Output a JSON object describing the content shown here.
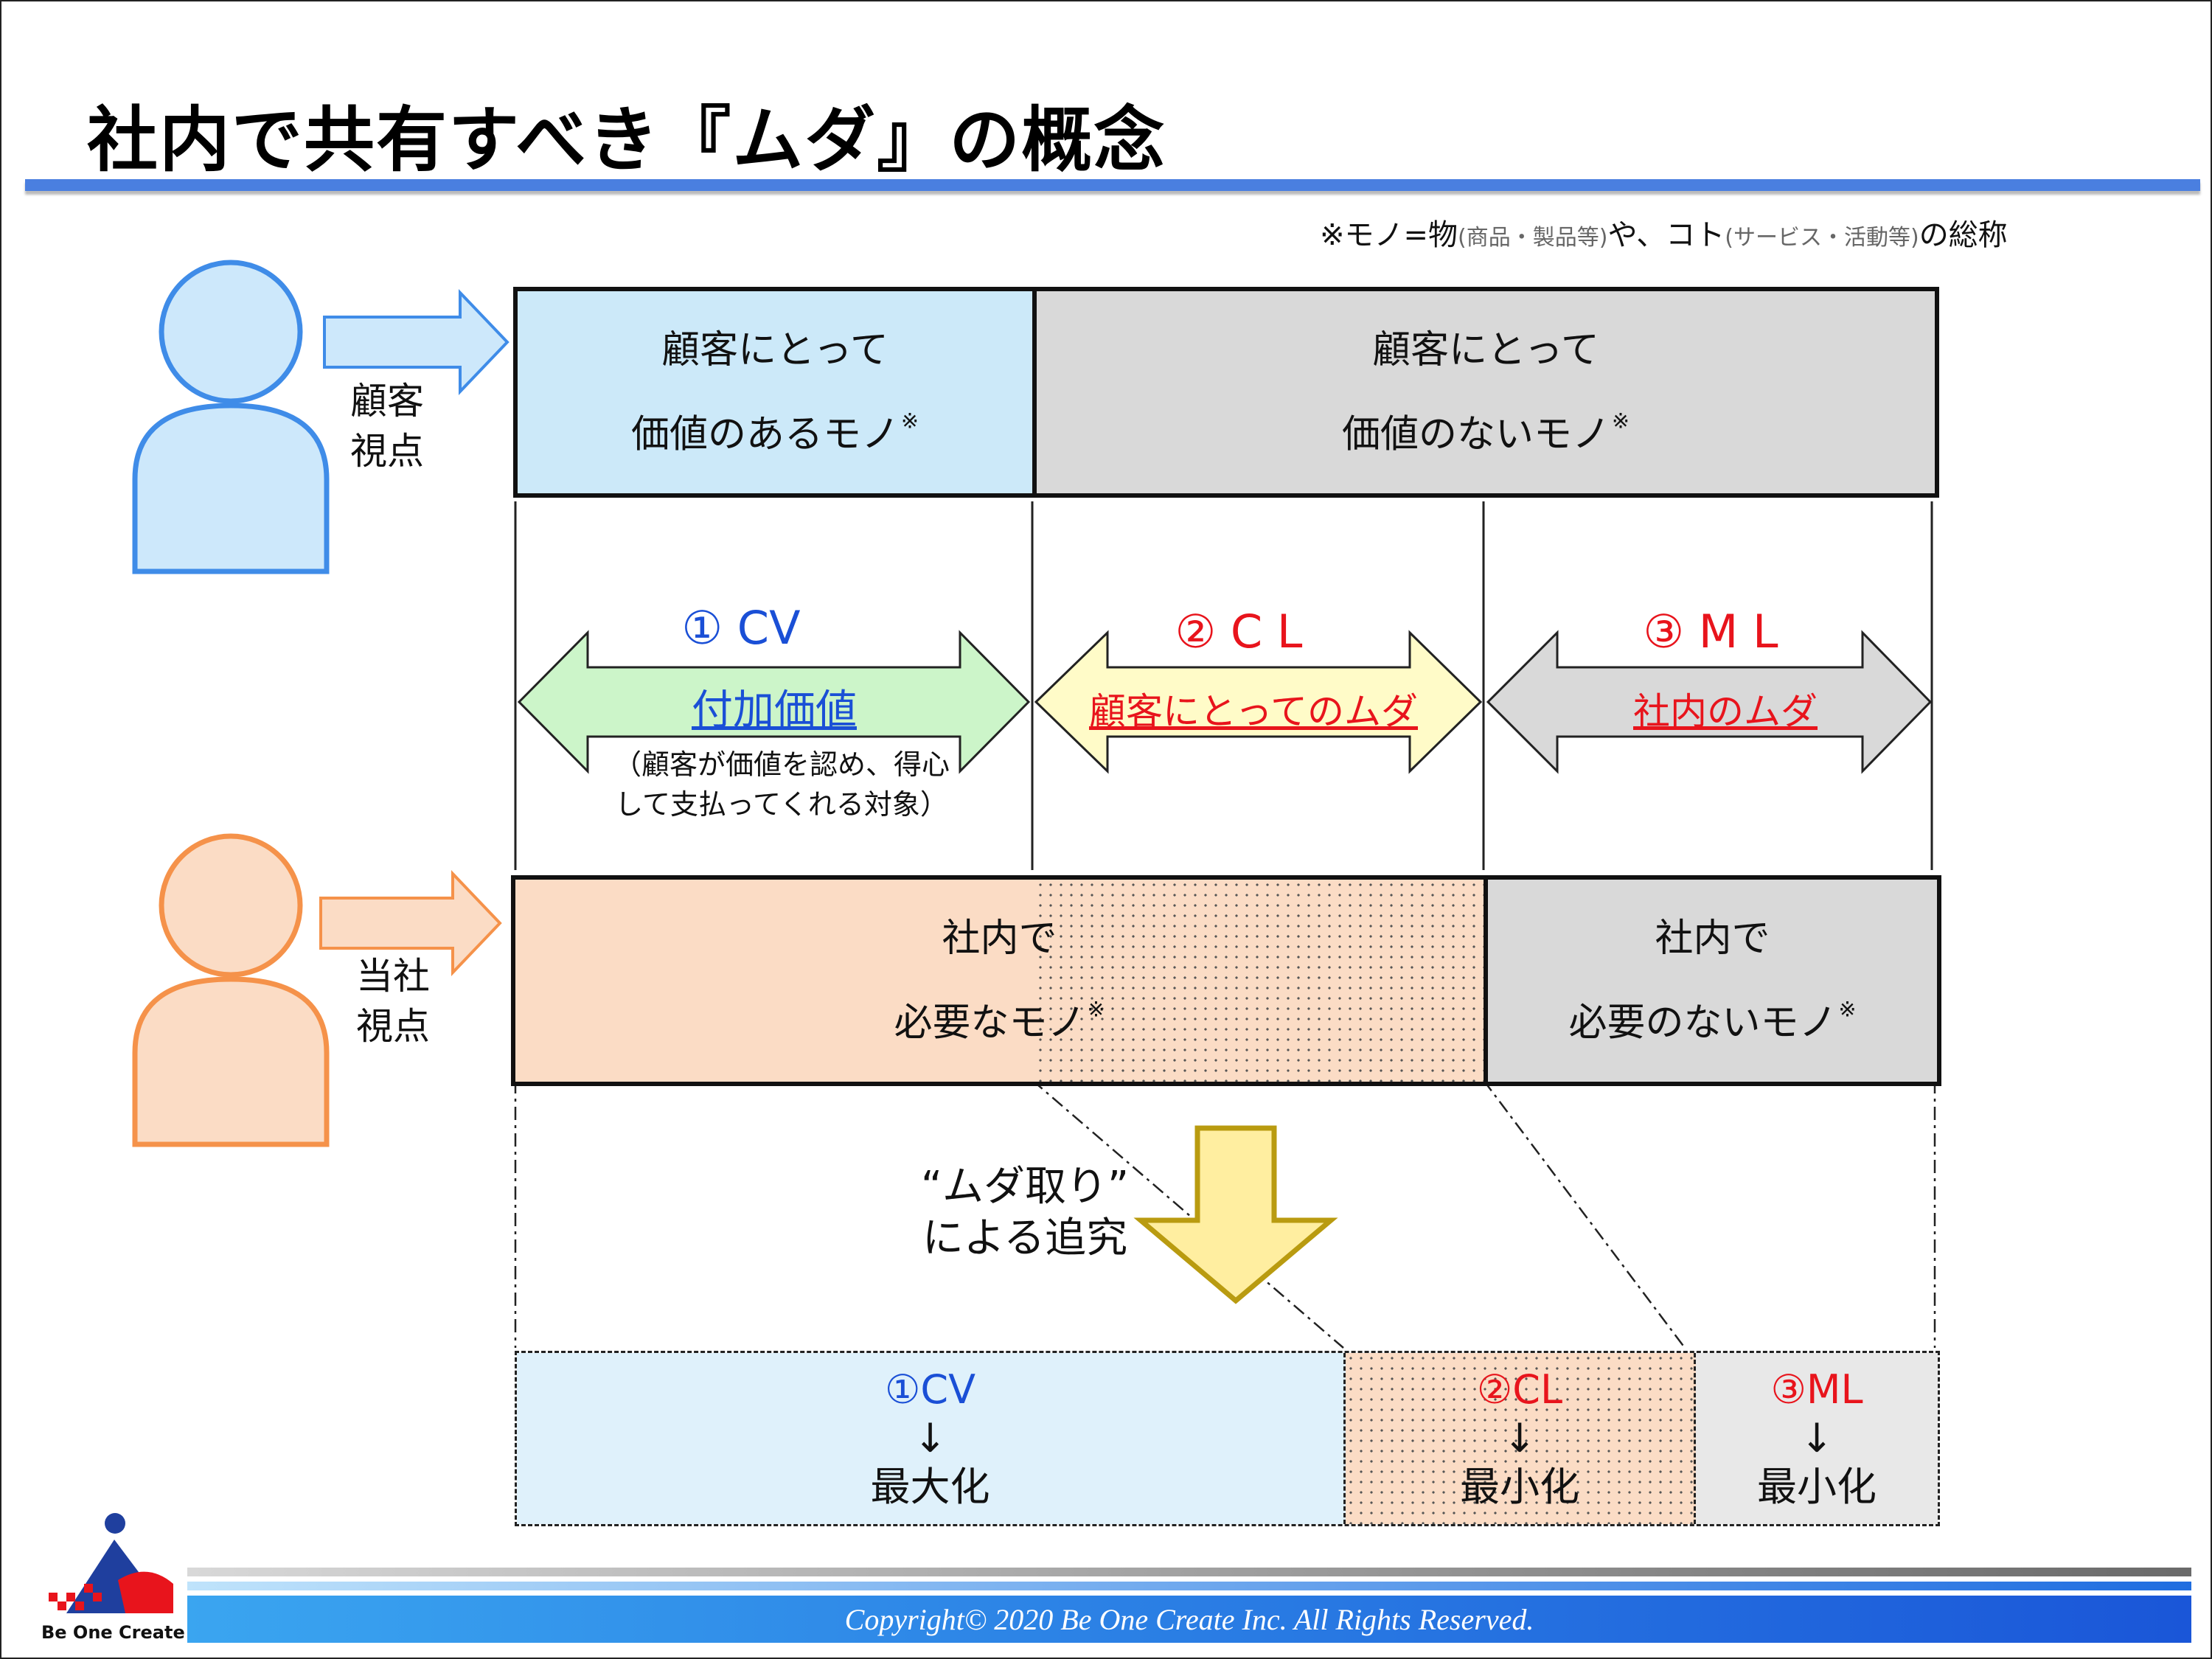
{
  "title": "社内で共有すべき『ムダ』の概念",
  "footnote": {
    "prefix": "※モノ=物",
    "goods": "(商品・製品等)",
    "mid": "や、コト",
    "services": "(サービス・活動等)",
    "suffix": "の総称"
  },
  "customer_view": {
    "label_line1": "顧客",
    "label_line2": "視点",
    "box_valuable_line1": "顧客にとって",
    "box_valuable_line2": "価値のあるモノ",
    "box_not_valuable_line1": "顧客にとって",
    "box_not_valuable_line2": "価値のないモノ",
    "mark": "※"
  },
  "arrows": {
    "cv": {
      "heading": "① CV",
      "label": "付加価値",
      "desc_line1": "（顧客が価値を認め、得心",
      "desc_line2": "して支払ってくれる対象）"
    },
    "cl": {
      "heading": "② C L",
      "label": "顧客にとってのムダ"
    },
    "ml": {
      "heading": "③ M L",
      "label": "社内のムダ"
    }
  },
  "company_view": {
    "label_line1": "当社",
    "label_line2": "視点",
    "box_needed_line1": "社内で",
    "box_needed_line2": "必要なモノ",
    "box_unneeded_line1": "社内で",
    "box_unneeded_line2": "必要のないモノ",
    "mark": "※"
  },
  "pursuit": {
    "line1": "“ムダ取り”",
    "line2": "による追究"
  },
  "results": [
    {
      "code": "①CV",
      "arrow": "↓",
      "action": "最大化"
    },
    {
      "code": "②CL",
      "arrow": "↓",
      "action": "最小化"
    },
    {
      "code": "③ML",
      "arrow": "↓",
      "action": "最小化"
    }
  ],
  "logo_text": "Be One Create",
  "copyright": "Copyright© 2020 Be One Create Inc. All Rights Reserved.",
  "colors": {
    "accent_blue": "#4a7fe0",
    "customer_blue": "#3f8ce8",
    "company_orange": "#f5924a",
    "value_blue_fill": "#cce9f9",
    "gray_fill": "#d9d9d9",
    "peach_fill": "#fbdcc5",
    "green_fill": "#ccf5c9",
    "yellow_fill": "#fffbc8",
    "red": "#e8141c",
    "blue_text": "#1a4fd6"
  }
}
